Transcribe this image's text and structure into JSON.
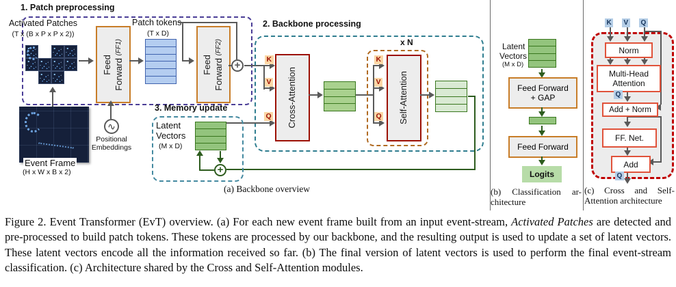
{
  "colors": {
    "preprocess_dash": "#4a3d96",
    "backbone_dash": "#2e7d8f",
    "repeat_dash": "#b06a21",
    "memory_dash": "#4389a0",
    "feedforward_border": "#c87d28",
    "attention_border": "#9c1005",
    "module_fill": "#ededed",
    "kvq_bg_backbone": "#fbd7a6",
    "kvq_text_backbone": "#9c1005",
    "kvq_bg_attention": "#b4cde6",
    "kvq_text_attention": "#17365d",
    "patch_token_fill": "#b4cdf0",
    "latent_fill": "#93c47d",
    "output_fill": "#d9ead3",
    "logits_fill": "#b7dca8",
    "feedback_line": "#2d5c1e",
    "connector_line": "#595959",
    "attention_block_dash": "#c00000",
    "attention_inner_border": "#e0523a"
  },
  "panel_a": {
    "caption": "(a) Backbone overview",
    "step1_title": "1. Patch preprocessing",
    "step2_title": "2. Backbone processing",
    "step3_title": "3. Memory update",
    "activated_patches_label": "Activated Patches",
    "activated_patches_dims": "(T x (B x P x P x 2))",
    "event_frame_label": "Event Frame",
    "event_frame_dims": "(H x W x B x 2)",
    "ff1_line1": "Feed",
    "ff1_line2": "Forward ",
    "ff1_tag": "(FF1)",
    "ff2_line1": "Feed",
    "ff2_line2": "Forward ",
    "ff2_tag": "(FF2)",
    "patch_tokens_label": "Patch tokens",
    "patch_tokens_dims": "(T x D)",
    "positional_line1": "Positional",
    "positional_line2": "Embeddings",
    "positional_icon": "∿",
    "plus_icon": "+",
    "latent_line1": "Latent",
    "latent_line2": "Vectors",
    "latent_dims": "(M x D)",
    "cross_attention_label": "Cross-Attention",
    "self_attention_label": "Self-Attention",
    "repeat_label": "x N",
    "k_label": "K",
    "v_label": "V",
    "q_label": "Q"
  },
  "panel_b": {
    "caption_line1": "(b) Classification ar-",
    "caption_line2": "chitecture",
    "latent_line1": "Latent",
    "latent_line2": "Vectors",
    "latent_dims": "(M x D)",
    "ff_gap_line1": "Feed Forward",
    "ff_gap_line2": "+ GAP",
    "ff_label": "Feed Forward",
    "logits_label": "Logits"
  },
  "panel_c": {
    "caption_line1": "(c) Cross and Self-",
    "caption_line2": "Attention architecture",
    "k_label": "K",
    "v_label": "V",
    "q_label": "Q",
    "norm_label": "Norm",
    "mha_line1": "Multi-Head",
    "mha_line2": "Attention",
    "add_norm_label": "Add + Norm",
    "ff_net_label": "FF. Net.",
    "add_label": "Add"
  },
  "figure_caption": {
    "part1": "Figure 2. Event Transformer (EvT) overview. (a) For each new event frame built from an input event-stream, ",
    "italic": "Activated Patches",
    "part2": " are detected and pre-processed to build patch tokens. These tokens are processed by our backbone, and the resulting output is used to update a set of latent vectors. These latent vectors encode all the information received so far. (b) The final version of latent vectors is used to perform the final event-stream classification. (c) Architecture shared by the Cross and Self-Attention modules."
  }
}
